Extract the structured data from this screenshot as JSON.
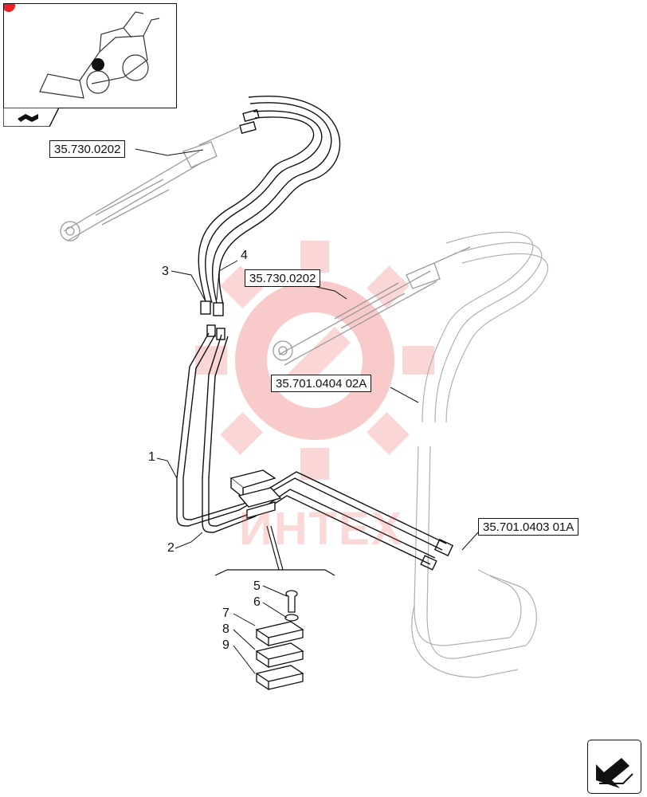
{
  "diagram": {
    "reference_labels": [
      "35.730.0202",
      "35.730.0202",
      "35.701.0404 02A",
      "35.701.0403 01A"
    ],
    "callouts": [
      "1",
      "2",
      "3",
      "4",
      "5",
      "6",
      "7",
      "8",
      "9"
    ],
    "watermark_text": "ИНТЕХ",
    "watermark_color": "#ee4444"
  },
  "icons": {
    "thumbnail": "backhoe-loader-icon",
    "view_tab": "view-direction-icon",
    "next_page": "next-page-arrow-icon"
  }
}
